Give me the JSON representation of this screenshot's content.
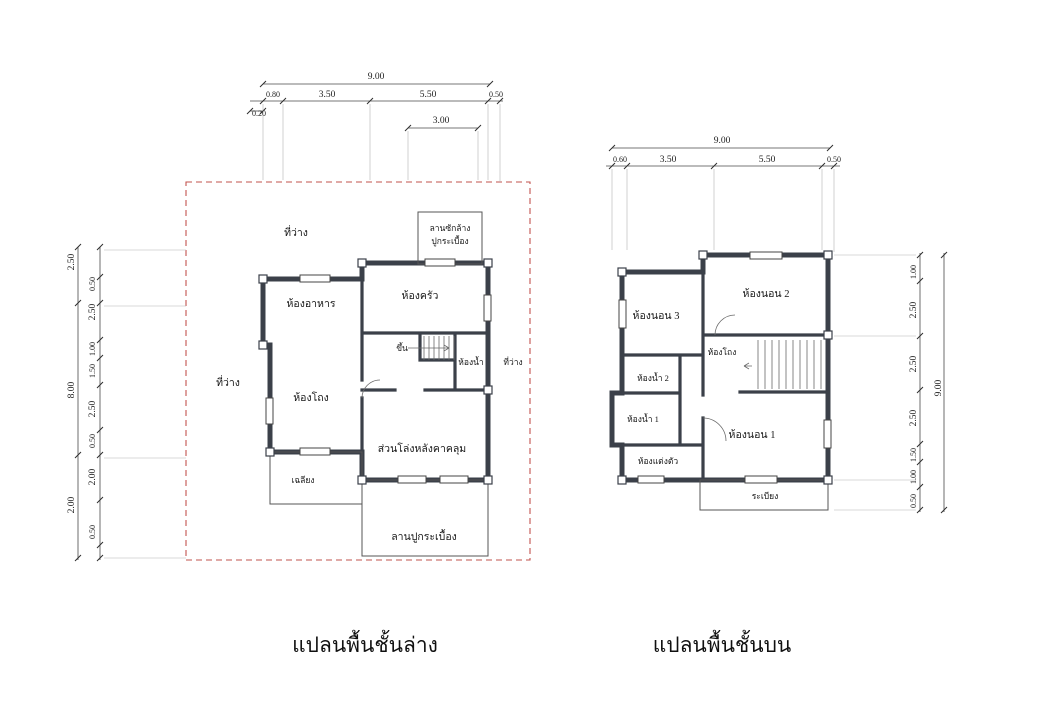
{
  "left_plan": {
    "title": "แปลนพื้นชั้นล่าง",
    "label_tiwang_top": "ที่ว่าง",
    "label_laundry_line1": "ลานซักล้าง",
    "label_laundry_line2": "ปูกระเบื้อง",
    "label_dining": "ห้องอาหาร",
    "label_kitchen": "ห้องครัว",
    "label_stair_up": "ขึ้น",
    "label_bath": "ห้องน้ำ",
    "label_tiwang_right": "ที่ว่าง",
    "label_tiwang_left": "ที่ว่าง",
    "label_hall": "ห้องโถง",
    "label_open_area": "ส่วนโล่งหลังคาคลุม",
    "label_porch": "เฉลียง",
    "label_patio": "ลานปูกระเบื้อง",
    "dim_top_total": "9.00",
    "dim_top_chain": [
      "0.80",
      "3.50",
      "5.50",
      "0.50"
    ],
    "dim_top_sub_small": "0.20",
    "dim_top_sub": "3.00",
    "dim_left_outer": [
      "2.50",
      "8.00",
      "2.00"
    ],
    "dim_left_chain": [
      "0.50",
      "2.50",
      "1.00",
      "1.50",
      "2.50",
      "0.50",
      "2.00",
      "0.50"
    ]
  },
  "right_plan": {
    "title": "แปลนพื้นชั้นบน",
    "label_bedroom2": "ห้องนอน 2",
    "label_bedroom3": "ห้องนอน 3",
    "label_hall": "ห้องโถง",
    "label_bath2": "ห้องน้ำ 2",
    "label_bath1": "ห้องน้ำ 1",
    "label_dressing": "ห้องแต่งตัว",
    "label_bedroom1": "ห้องนอน 1",
    "label_balcony": "ระเบียง",
    "dim_top_total": "9.00",
    "dim_top_chain": [
      "0.60",
      "3.50",
      "5.50",
      "0.50"
    ],
    "dim_right_outer": "9.00",
    "dim_right_chain": [
      "1.00",
      "2.50",
      "2.50",
      "2.50",
      "1.50",
      "1.00",
      "0.50"
    ]
  },
  "colors": {
    "wall": "#3b4049",
    "boundary_dash": "#c2534e",
    "dim_line": "#4a4a4a"
  }
}
